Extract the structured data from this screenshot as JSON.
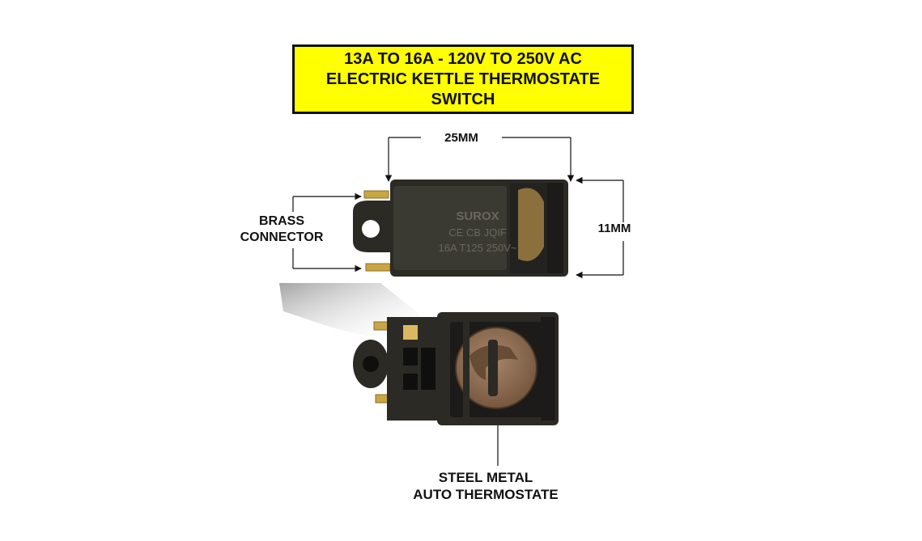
{
  "title_lines": [
    "13A TO 16A - 120V TO 250V AC",
    "ELECTRIC KETTLE THERMOSTATE",
    "SWITCH"
  ],
  "dimensions": {
    "width_label": "25MM",
    "height_label": "11MM"
  },
  "callouts": {
    "brass_line1": "BRASS",
    "brass_line2": "CONNECTOR",
    "steel_line1": "STEEL METAL",
    "steel_line2": "AUTO THERMOSTATE"
  },
  "product_markings": {
    "brand": "SUROX",
    "cert": "CE  CB JQIF",
    "rating": "16A T125 250V~"
  },
  "colors": {
    "title_bg": "#ffff00",
    "body_plastic": "#2b2a25",
    "brass": "#c9a544",
    "disc": "#8a6a4a"
  }
}
